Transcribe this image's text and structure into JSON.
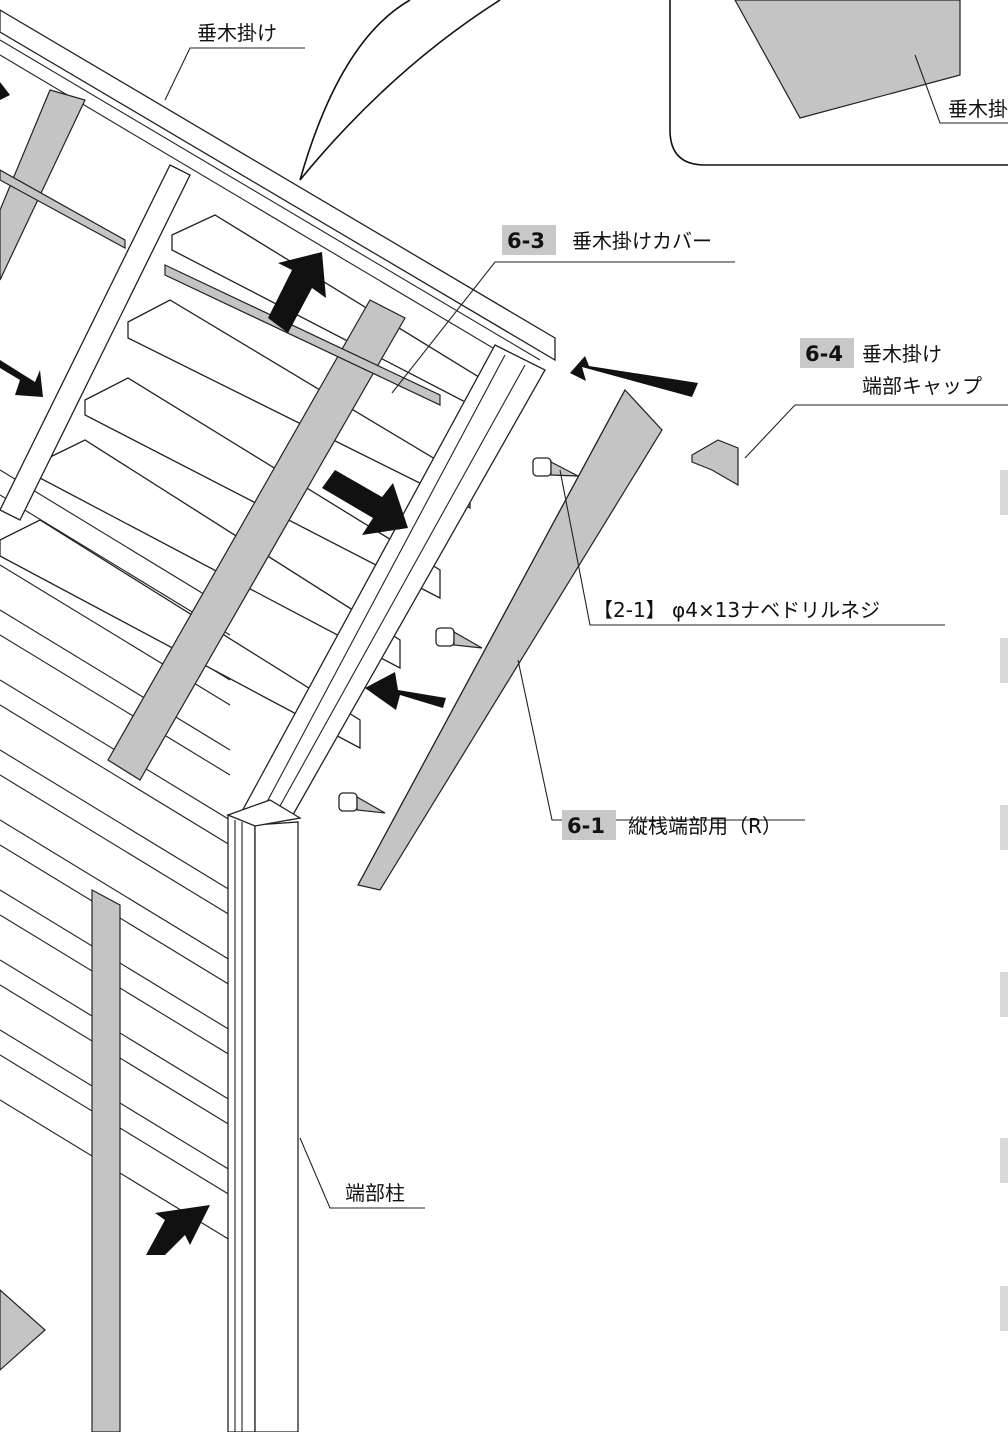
{
  "labels": {
    "rafter_hanger_top": "垂木掛け",
    "detail_rafter_hanger": "垂木掛",
    "end_post": "端部柱",
    "screw": "【2-1】 φ4×13ナベドリルネジ"
  },
  "parts": {
    "cover": {
      "code": "6-3",
      "name": "垂木掛けカバー"
    },
    "cap": {
      "code": "6-4",
      "name_line1": "垂木掛け",
      "name_line2": "端部キャップ"
    },
    "mullion": {
      "code": "6-1",
      "name": "縦桟端部用（R）"
    }
  },
  "colors": {
    "code_highlight": "#c8c8c8",
    "part_fill": "#c4c4c4",
    "line": "#111111"
  }
}
